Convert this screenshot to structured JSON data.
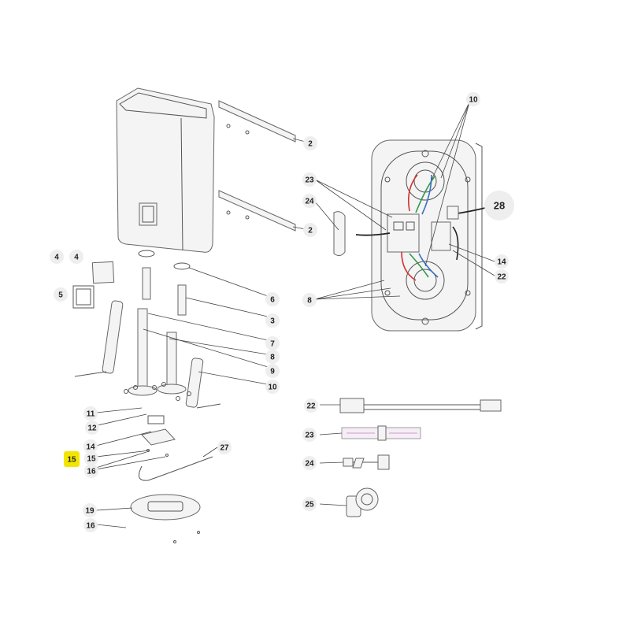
{
  "callouts": {
    "c2a": "2",
    "c2b": "2",
    "c4a": "4",
    "c4b": "4",
    "c5": "5",
    "c6": "6",
    "c3": "3",
    "c7": "7",
    "c8": "8",
    "c9": "9",
    "c10a": "10",
    "c10b": "10",
    "c11": "11",
    "c12": "12",
    "c14a": "14",
    "c15": "15",
    "c15h": "15",
    "c16a": "16",
    "c16b": "16",
    "c27": "27",
    "c19": "19",
    "c23a": "23",
    "c24a": "24",
    "c8b": "8",
    "c28": "28",
    "c14b": "14",
    "c22a": "22",
    "c22b": "22",
    "c23b": "23",
    "c24b": "24",
    "c25": "25"
  },
  "colors": {
    "highlight": "#f2e600",
    "callout_fill": "#eeeeee",
    "wire_red": "#d43030",
    "wire_green": "#2e9a4a",
    "wire_blue": "#3a6fc0",
    "wire_black": "#222222"
  }
}
